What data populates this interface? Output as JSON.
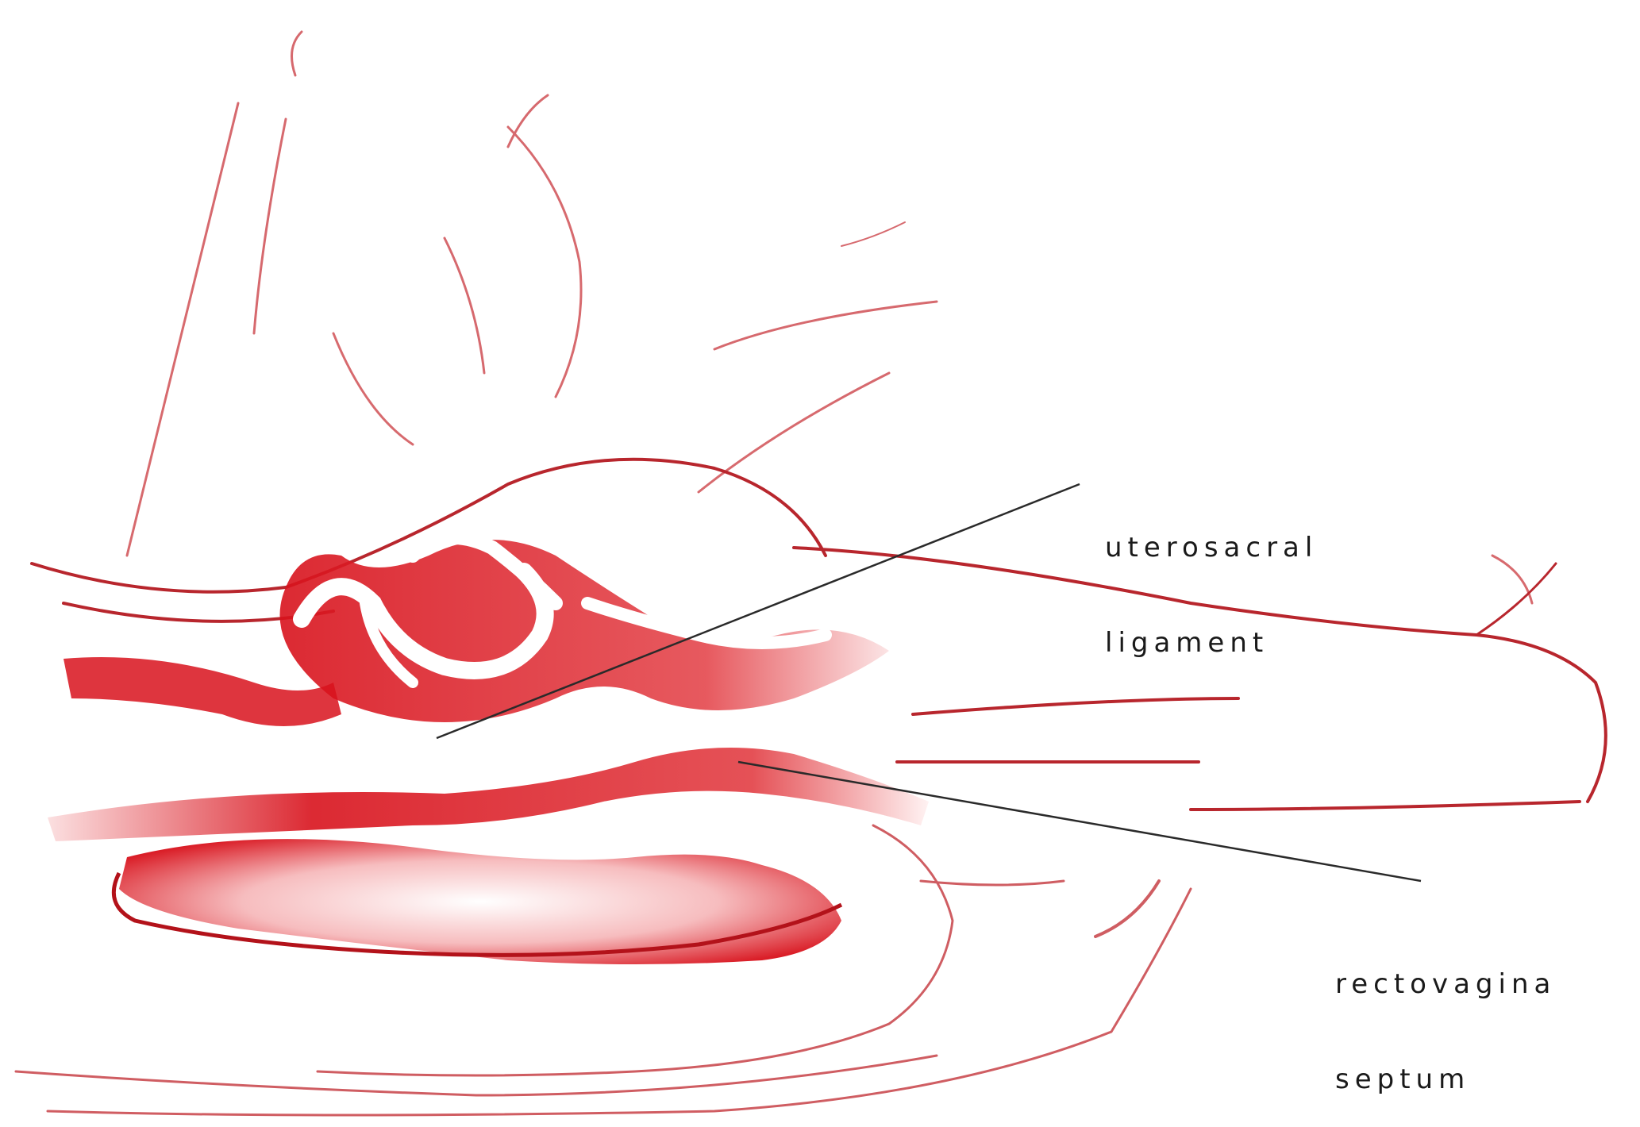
{
  "labels": {
    "uterosacral": {
      "line1": "uterosacral",
      "line2": "ligament"
    },
    "rectovaginal": {
      "line1": "rectovagina",
      "line2": "septum"
    }
  },
  "colors": {
    "tissue_red": "#d8121c",
    "tissue_red_light": "#f4a6a8",
    "outline": "#c52a30",
    "leader_line": "#2a2a2a",
    "background": "#ffffff"
  }
}
